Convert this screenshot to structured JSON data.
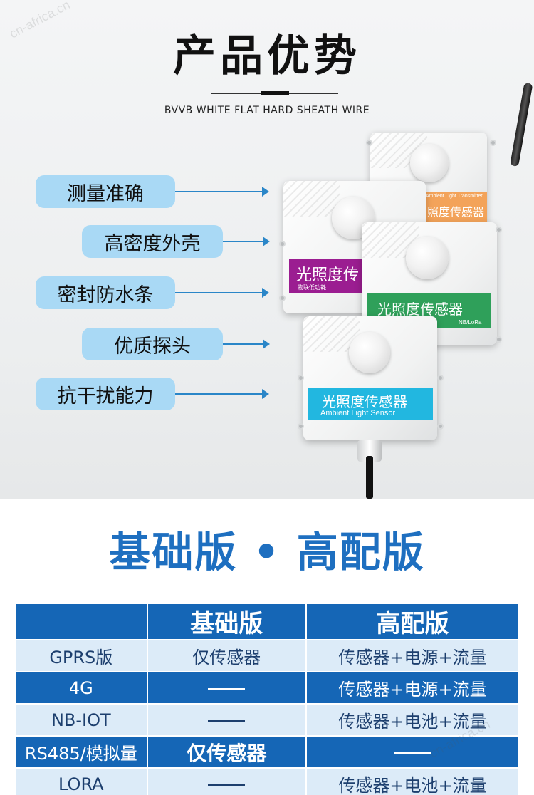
{
  "header": {
    "title": "产品优势",
    "subtitle": "BVVB WHITE FLAT HARD SHEATH WIRE",
    "watermark": "cn-africa.cn"
  },
  "features": [
    "测量准确",
    "高密度外壳",
    "密封防水条",
    "优质探头",
    "抗干扰能力"
  ],
  "devices": {
    "back_caption": "Ambient Light Transmitter",
    "back_label": "照度传感器",
    "purple_label": "光照度传",
    "purple_sub": "物联低功耗",
    "green_label": "光照度传感器",
    "green_sub": "NB/LoRa",
    "front_label": "光照度传感器",
    "front_sub": "Ambient Light Sensor"
  },
  "versions_title": "基础版 • 高配版",
  "table": {
    "headers": [
      "",
      "基础版",
      "高配版"
    ],
    "rows": [
      {
        "name": "GPRS版",
        "basic": "仅传感器",
        "pro": "传感器+电源+流量"
      },
      {
        "name": "4G",
        "basic": "—",
        "pro": "传感器+电源+流量"
      },
      {
        "name": "NB-IOT",
        "basic": "—",
        "pro": "传感器+电池+流量"
      },
      {
        "name": "RS485/模拟量",
        "basic": "仅传感器",
        "pro": "—"
      },
      {
        "name": "LORA",
        "basic": "—",
        "pro": "传感器+电池+流量"
      }
    ]
  },
  "colors": {
    "accent": "#1566b6",
    "feature_bg": "#a9d9f5",
    "row_light": "#dcebf8",
    "purple": "#9b1d91",
    "green": "#2fa05a",
    "cyan": "#22b7e0",
    "orange": "#f3a35a"
  }
}
